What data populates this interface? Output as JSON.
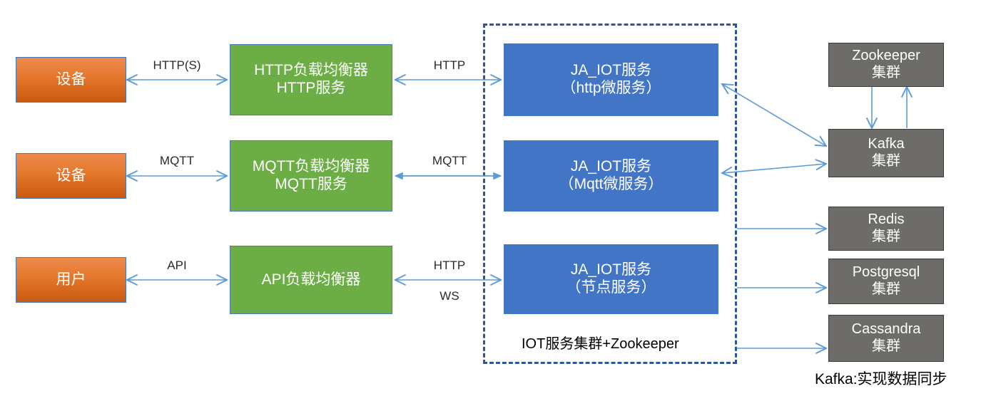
{
  "diagram": {
    "title_caption": "IOT服务集群+Zookeeper",
    "footer_caption": "Kafka:实现数据同步"
  },
  "colors": {
    "orange": "#E4772C",
    "green": "#6CAE45",
    "blue": "#4275C5",
    "gray": "#6E6C69",
    "arrow": "#5B9BD5",
    "dashed_border": "#2E5799",
    "box_border_blue": "#4677C0"
  },
  "clients": [
    {
      "label": "设备"
    },
    {
      "label": "设备"
    },
    {
      "label": "用户"
    }
  ],
  "balancers": [
    {
      "line1": "HTTP负载均衡器",
      "line2": "HTTP服务"
    },
    {
      "line1": "MQTT负载均衡器",
      "line2": "MQTT服务"
    },
    {
      "line1": "API负载均衡器",
      "line2": ""
    }
  ],
  "services": [
    {
      "line1": "JA_IOT服务",
      "line2": "（http微服务）"
    },
    {
      "line1": "JA_IOT服务",
      "line2": "（Mqtt微服务）"
    },
    {
      "line1": "JA_IOT服务",
      "line2": "（节点服务）"
    }
  ],
  "clusters": [
    {
      "line1": "Zookeeper",
      "line2": "集群"
    },
    {
      "line1": "Kafka",
      "line2": "集群"
    },
    {
      "line1": "Redis",
      "line2": "集群"
    },
    {
      "line1": "Postgresql",
      "line2": "集群"
    },
    {
      "line1": "Cassandra",
      "line2": "集群"
    }
  ],
  "edge_labels": {
    "client_to_lb": [
      "HTTP(S)",
      "MQTT",
      "API"
    ],
    "lb_to_service": [
      "HTTP",
      "MQTT",
      "HTTP"
    ],
    "lb_to_service_extra": "WS"
  }
}
